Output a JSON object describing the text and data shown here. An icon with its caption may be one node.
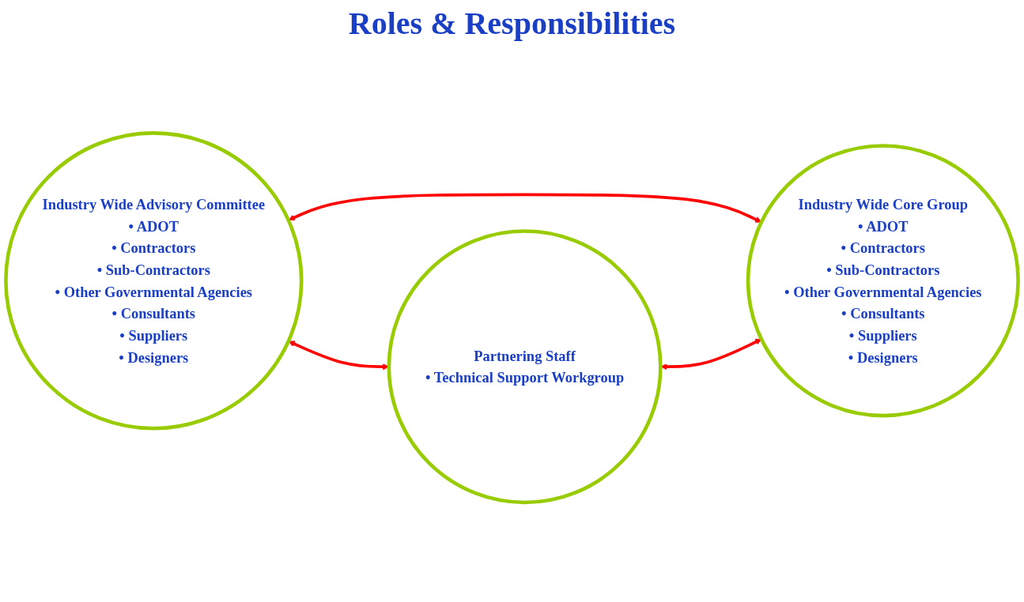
{
  "diagram": {
    "title": "Roles & Responsibilities",
    "nodes": [
      {
        "text": [
          "Industry Wide Advisory Committee",
          "• ADOT",
          "• Contractors",
          "• Sub-Contractors",
          "• Other Governmental Agencies",
          "• Consultants",
          "• Suppliers",
          "• Designers"
        ]
      },
      {
        "text": [
          "Industry Wide Core Group",
          "• ADOT",
          "• Contractors",
          "• Sub-Contractors",
          "• Other Governmental Agencies",
          "• Consultants",
          "• Suppliers",
          "• Designers"
        ]
      },
      {
        "text": [
          "Partnering Staff",
          "• Technical Support Workgroup"
        ]
      }
    ],
    "edges": [
      {
        "from": 0,
        "to": 1,
        "arrow": "both"
      },
      {
        "from": 0,
        "to": 2,
        "arrow": "both"
      },
      {
        "from": 2,
        "to": 1,
        "arrow": "both"
      }
    ]
  }
}
